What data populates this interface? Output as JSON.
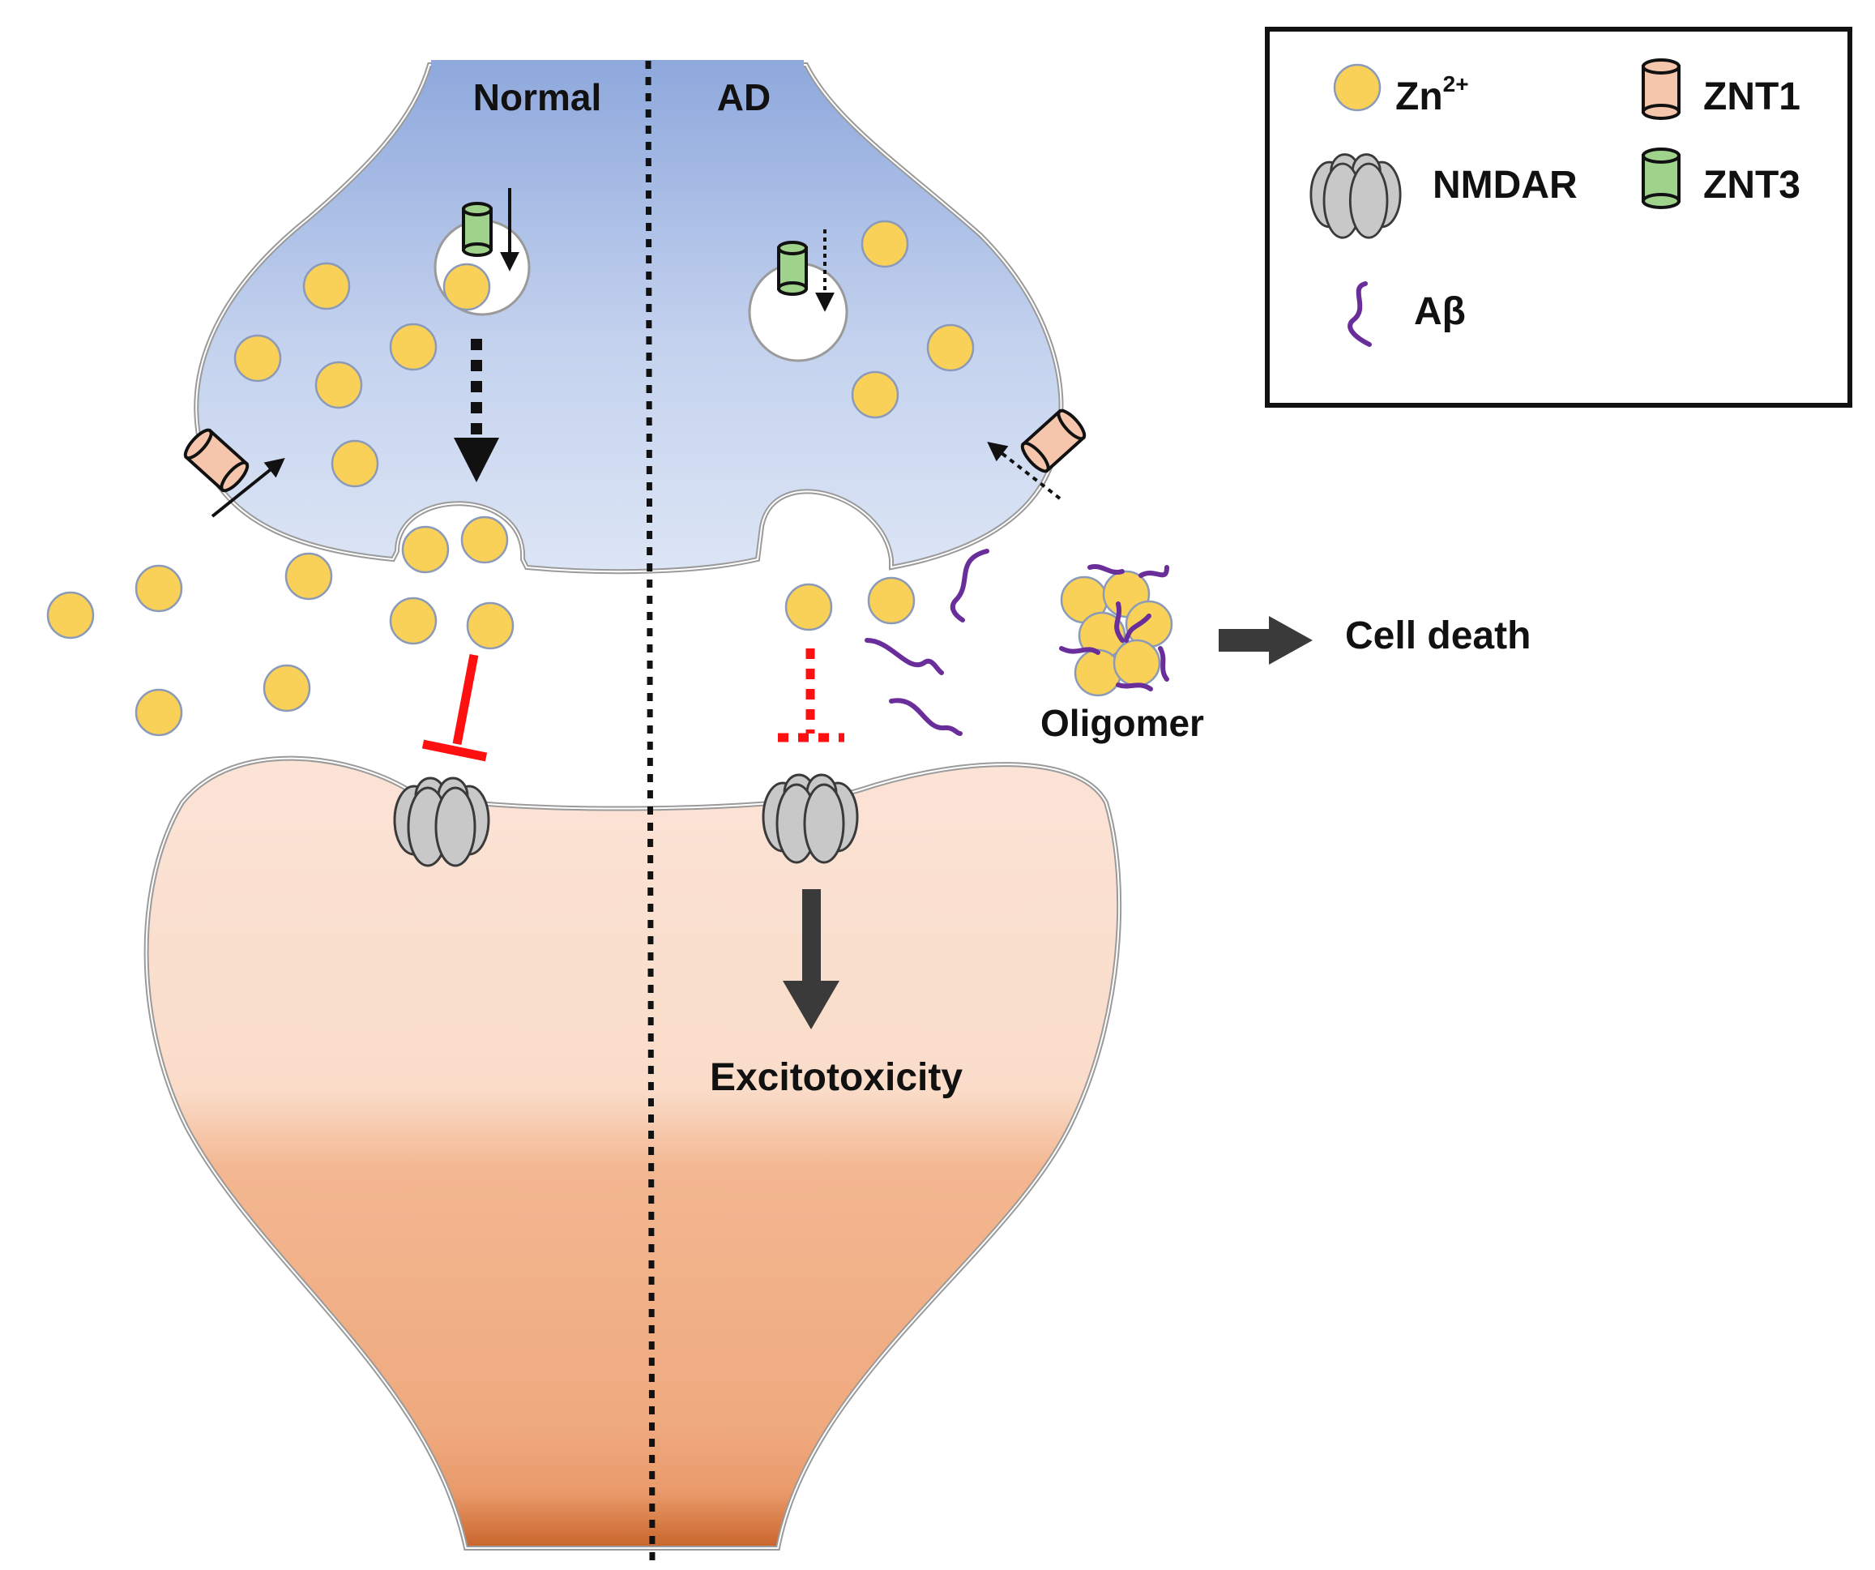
{
  "panels": {
    "normal_label": "Normal",
    "ad_label": "AD"
  },
  "legend": {
    "zinc_label": "Zn",
    "zinc_superscript": "2+",
    "nmdar_label": "NMDAR",
    "abeta_label": "Aβ",
    "znt1_label": "ZNT1",
    "znt3_label": "ZNT3"
  },
  "labels": {
    "cell_death": "Cell death",
    "oligomer": "Oligomer",
    "excitotoxicity": "Excitotoxicity"
  },
  "colors": {
    "zinc_fill": "#F9D058",
    "zinc_stroke": "#8A9AB8",
    "presynaptic_top": "#8FA9DD",
    "presynaptic_bottom": "#DCE5F5",
    "postsynaptic_top": "#FBE3D6",
    "postsynaptic_bottom": "#C8642A",
    "znt1_fill": "#F6C6AC",
    "znt3_fill": "#9FD38C",
    "abeta_stroke": "#6A2E9A",
    "inhibition_red": "#FF1010",
    "nmdar_fill": "#C8C8C8",
    "arrow_dark": "#3A3A3A"
  }
}
